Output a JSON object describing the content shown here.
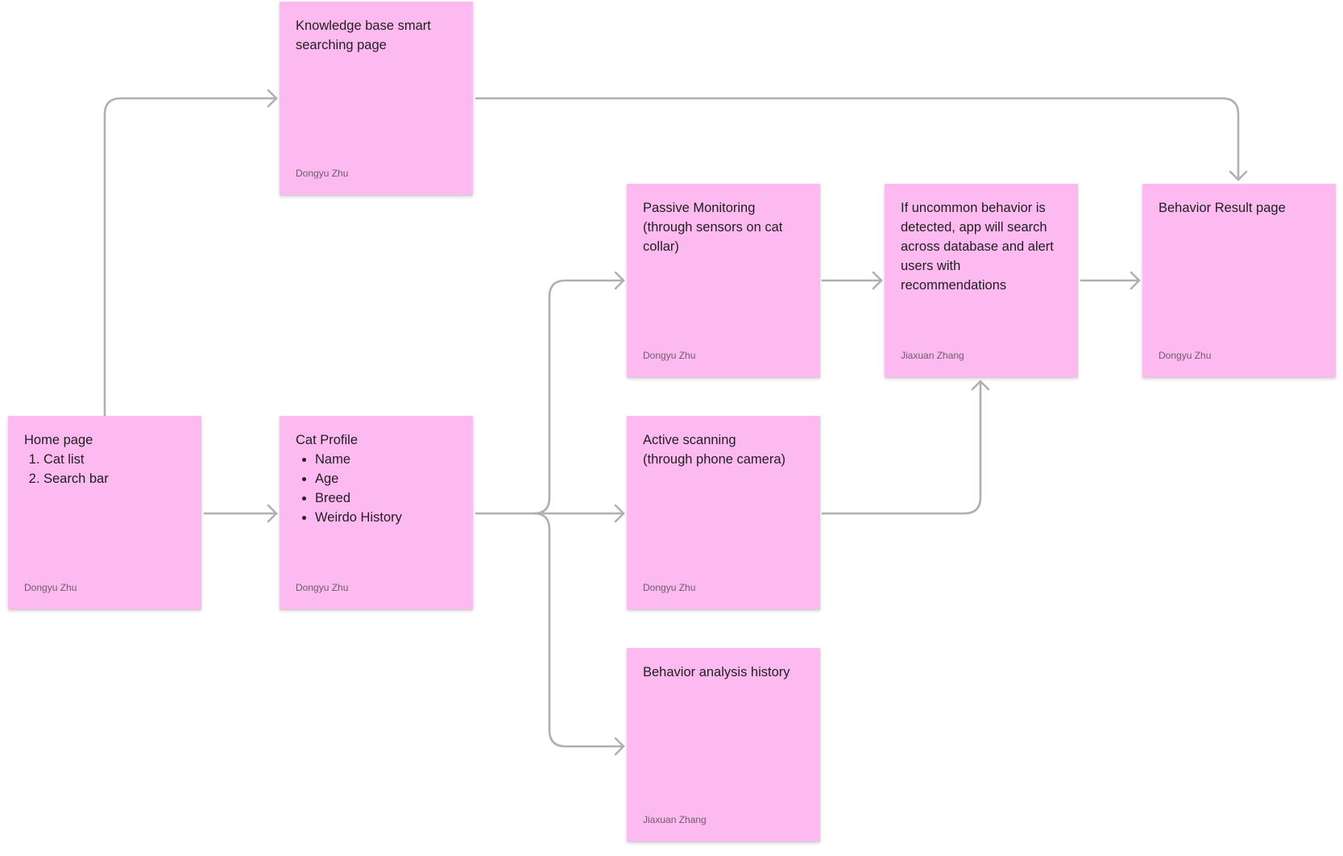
{
  "colors": {
    "sticky_fill": "#fdbaf0",
    "connector": "#b0b0b0",
    "text": "#1f1f1f",
    "author_text": "#6f5a6b"
  },
  "notes": {
    "home": {
      "title": "Home page",
      "list": [
        "Cat list",
        "Search bar"
      ],
      "author": "Dongyu Zhu"
    },
    "knowledge": {
      "text": "Knowledge base smart\nsearching page",
      "author": "Dongyu Zhu"
    },
    "cat_profile": {
      "title": "Cat Profile",
      "list": [
        "Name",
        "Age",
        "Breed",
        "Weirdo History"
      ],
      "author": "Dongyu Zhu"
    },
    "passive": {
      "text": "Passive Monitoring\n(through sensors on cat\ncollar)",
      "author": "Dongyu Zhu"
    },
    "active": {
      "text": "Active scanning\n(through phone camera)",
      "author": "Dongyu Zhu"
    },
    "history": {
      "text": "Behavior analysis history",
      "author": "Jiaxuan Zhang"
    },
    "alert": {
      "text": "If uncommon behavior is\ndetected, app will search\nacross database and alert\nusers with\nrecommendations",
      "author": "Jiaxuan Zhang"
    },
    "result": {
      "text": "Behavior Result page",
      "author": "Dongyu Zhu"
    }
  },
  "connectors": [
    {
      "from": "home",
      "to": "knowledge"
    },
    {
      "from": "home",
      "to": "cat_profile"
    },
    {
      "from": "knowledge",
      "to": "result"
    },
    {
      "from": "cat_profile",
      "to": "passive"
    },
    {
      "from": "cat_profile",
      "to": "active"
    },
    {
      "from": "cat_profile",
      "to": "history"
    },
    {
      "from": "passive",
      "to": "alert"
    },
    {
      "from": "active",
      "to": "alert"
    },
    {
      "from": "alert",
      "to": "result"
    }
  ]
}
